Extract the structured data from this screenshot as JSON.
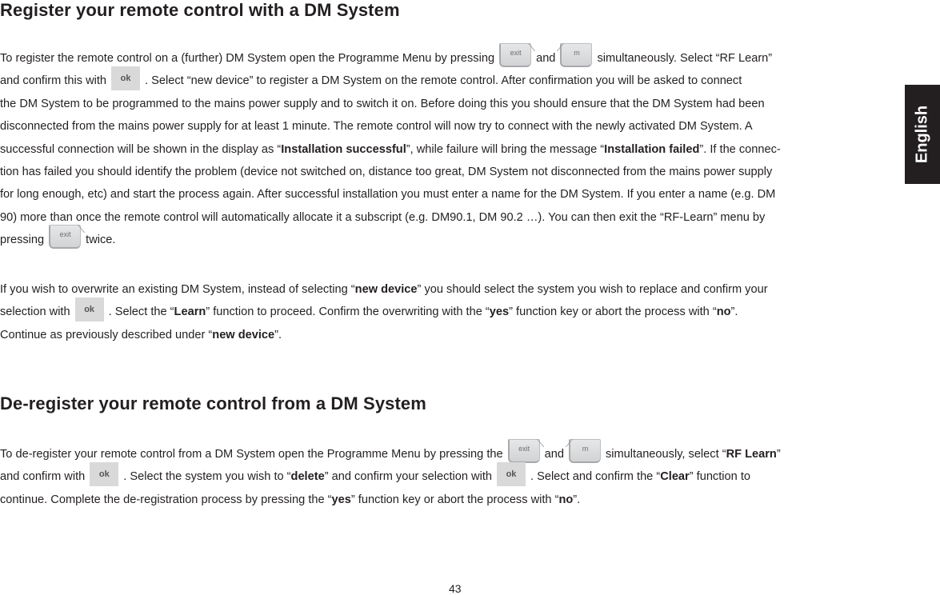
{
  "section_register": {
    "title": "Register your remote control with a DM System",
    "para1": {
      "l1a": "To register the remote control on a (further) DM System open the Programme Menu by pressing",
      "l1b": "and",
      "l1c": "simultaneously. Select “RF Learn”",
      "l2a": "and confirm this with",
      "l2b": ".  Select “new device” to register a DM System on the remote control. After confirmation you will be asked to connect",
      "l3": "the DM System to be programmed to the mains power supply and to switch it on. Before doing this you should ensure that the DM System had been",
      "l4": "disconnected from the mains power supply for at least 1 minute. The remote control will now try to connect with the newly activated DM System. A",
      "l5a": "successful connection will be shown in the display as “",
      "l5b": "Installation successful",
      "l5c": "”, while failure will bring the message “",
      "l5d": "Installation failed",
      "l5e": "”. If the connec-",
      "l6": "tion has failed you should identify the problem (device not switched on, distance too great, DM System not disconnected from the mains power supply",
      "l7": "for long enough, etc) and start the process again. After successful installation you must enter a name for the DM System. If you enter a name (e.g. DM",
      "l8": "90) more than once the remote control will automatically allocate it a subscript (e.g. DM90.1, DM 90.2 …). You can then exit the “RF-Learn” menu by",
      "l9a": "pressing",
      "l9b": "twice."
    },
    "para2": {
      "l1a": "If you wish to overwrite an existing DM System, instead of selecting “",
      "l1b": "new device",
      "l1c": "” you should select the system you wish to replace and confirm your",
      "l2a": "selection with",
      "l2b": ". Select the “",
      "l2c": "Learn",
      "l2d": "” function to proceed. Confirm the overwriting with the “",
      "l2e": "yes",
      "l2f": "” function key or abort the process with “",
      "l2g": "no",
      "l2h": "”.",
      "l3a": "Continue as previously described under “",
      "l3b": "new device",
      "l3c": "”."
    }
  },
  "section_deregister": {
    "title": "De-register your remote control from a DM System",
    "para": {
      "l1a": "To de-register your remote control from a DM System open the Programme Menu by pressing the",
      "l1b": "and",
      "l1c": "simultaneously, select “",
      "l1d": "RF Learn",
      "l1e": "”",
      "l2a": "and confirm with",
      "l2b": ". Select the system you wish to “",
      "l2c": "delete",
      "l2d": "” and confirm your selection with",
      "l2e": ". Select and confirm the “",
      "l2f": "Clear",
      "l2g": "” function to",
      "l3a": "continue. Complete the de-registration process by pressing the “",
      "l3b": "yes",
      "l3c": "” function key or abort the process with “",
      "l3d": "no",
      "l3e": "”."
    }
  },
  "keys": {
    "exit": "exit",
    "m": "m",
    "ok": "ok"
  },
  "language_tab": "English",
  "page_number": "43"
}
